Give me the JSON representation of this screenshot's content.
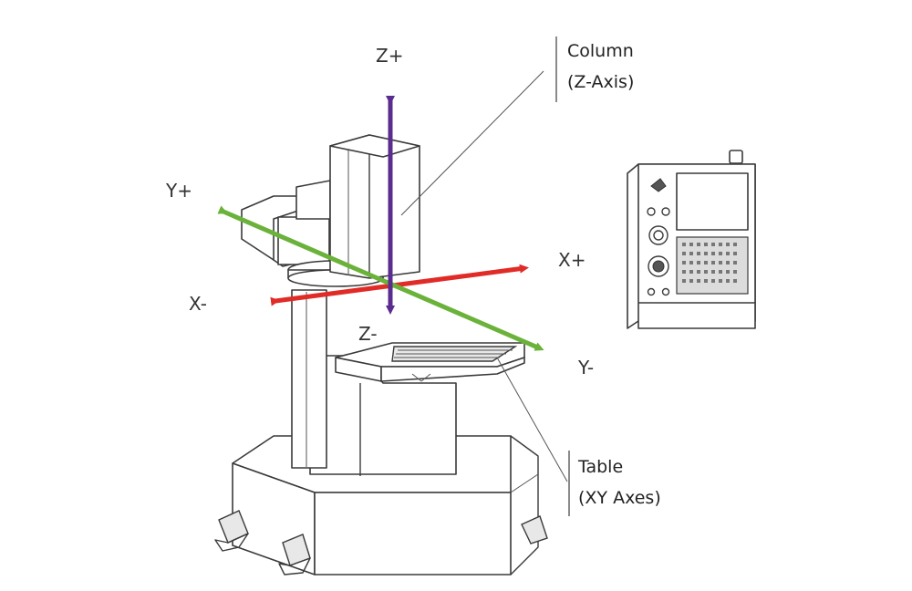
{
  "axes": {
    "z_plus": "Z+",
    "z_minus": "Z-",
    "x_plus": "X+",
    "x_minus": "X-",
    "y_plus": "Y+",
    "y_minus": "Y-"
  },
  "callouts": {
    "column_line1": "Column",
    "column_line2": "(Z-Axis)",
    "table_line1": "Table",
    "table_line2": "(XY Axes)"
  },
  "colors": {
    "z_axis": "#5b2c8f",
    "x_axis": "#e02b27",
    "y_axis": "#6ab23a",
    "outline": "#3a3a3a"
  },
  "icons": [
    "cnc-machine-illustration",
    "control-panel-pendant"
  ]
}
